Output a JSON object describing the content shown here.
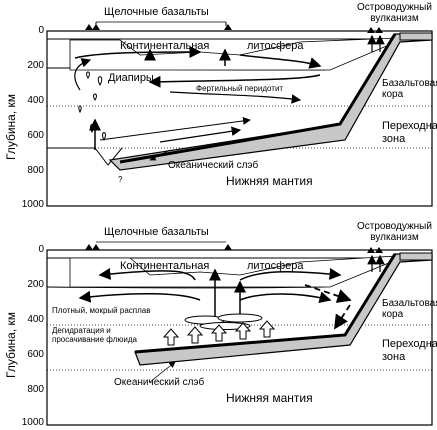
{
  "top_panel": {
    "alkaline_basalts": "Щелочные базальты",
    "island_arc_volcanism": "Островодужный\nвулканизм",
    "continental": "Континентальная",
    "lithosphere": "литосфера",
    "diapirs": "Диапиры",
    "fertile_peridotite": "Фертильный перидотит",
    "basaltic_crust": "Базальтовая\nкора",
    "transition_zone": "Переходная\nзона",
    "oceanic_slab": "Океанический  слэб",
    "lower_mantle": "Нижняя мантия",
    "question_mark": "?"
  },
  "bottom_panel": {
    "alkaline_basalts": "Щелочные базальты",
    "island_arc_volcanism": "Островодужный\nвулканизм",
    "continental": "Континентальная",
    "lithosphere": "литосфера",
    "dense_wet_melt": "Плотный, мокрый расплав",
    "dehydration": "Дегидратация и\nпросачивание флюида",
    "basaltic_crust": "Базальтовая\nкора",
    "transition_zone": "Переходная\nзона",
    "oceanic_slab": "Океанический  слэб",
    "lower_mantle": "Нижняя мантия"
  },
  "axis": {
    "ylabel": "Глубина, км",
    "ticks": [
      "0",
      "200",
      "400",
      "600",
      "800",
      "1000"
    ]
  }
}
